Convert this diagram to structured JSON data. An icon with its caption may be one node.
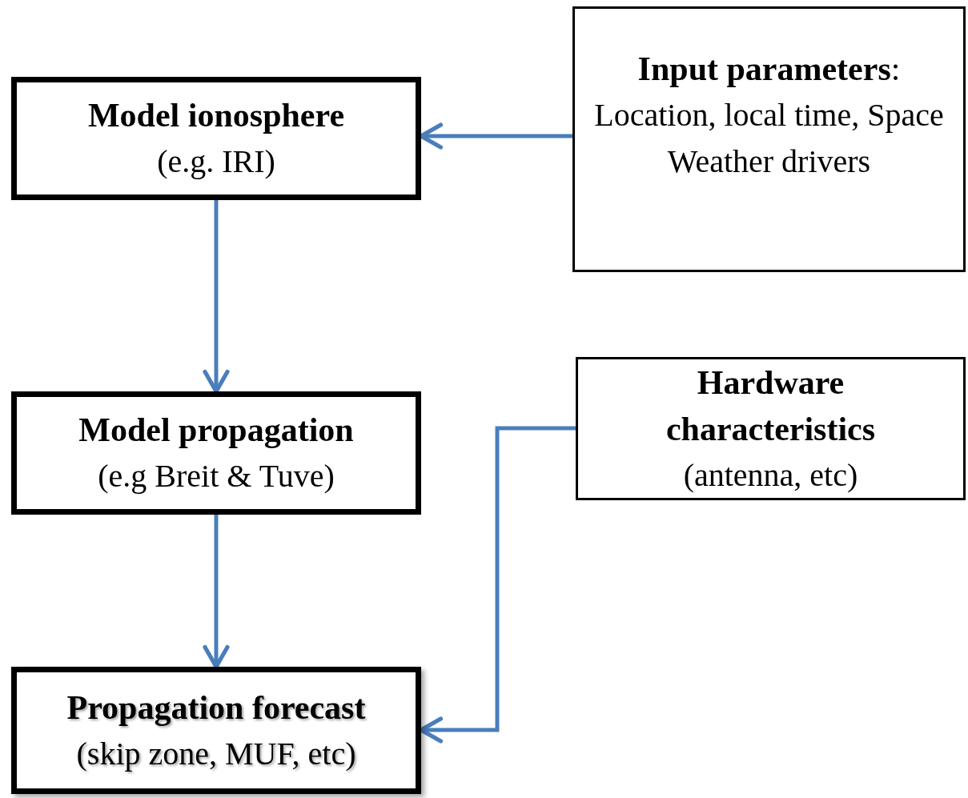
{
  "diagram": {
    "nodes": [
      {
        "text": [
          "Model ionosphere",
          "(e.g. IRI)"
        ]
      },
      {
        "text": [
          "**Input parameters**:",
          "Location, local time, Space Weather drivers"
        ]
      },
      {
        "text": [
          "Model propagation",
          "(e.g Breit & Tuve)"
        ]
      },
      {
        "text": [
          "Hardware characteristics",
          "(antenna, etc)"
        ]
      },
      {
        "text": [
          "Propagation forecast",
          "(skip zone, MUF, etc)"
        ]
      }
    ],
    "edges": [
      {
        "from": 1,
        "to": 0,
        "arrow": "to"
      },
      {
        "from": 0,
        "to": 2,
        "arrow": "to"
      },
      {
        "from": 2,
        "to": 4,
        "arrow": "to"
      },
      {
        "from": 3,
        "to": 4,
        "arrow": "to"
      }
    ]
  }
}
